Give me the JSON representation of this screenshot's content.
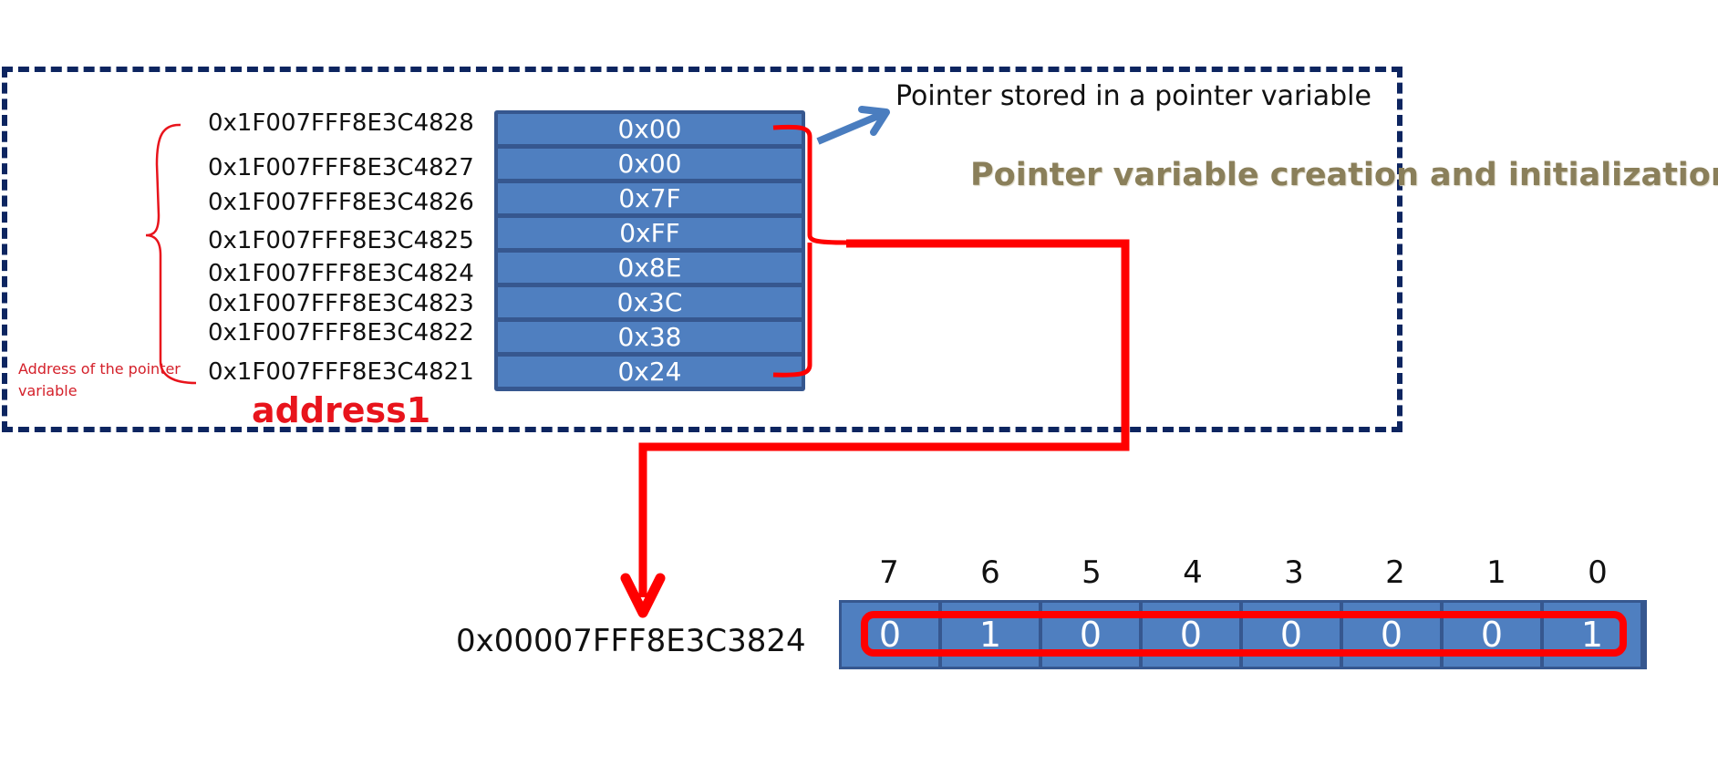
{
  "title": "Pointer variable creation and initialization",
  "pointer_label": "Pointer stored in a pointer variable",
  "note": "Address of the pointer variable",
  "variable_name": "address1",
  "memory": [
    {
      "address": "0x1F007FFF8E3C4828",
      "value": "0x00"
    },
    {
      "address": "0x1F007FFF8E3C4827",
      "value": "0x00"
    },
    {
      "address": "0x1F007FFF8E3C4826",
      "value": "0x7F"
    },
    {
      "address": "0x1F007FFF8E3C4825",
      "value": "0xFF"
    },
    {
      "address": "0x1F007FFF8E3C4824",
      "value": "0x8E"
    },
    {
      "address": "0x1F007FFF8E3C4823",
      "value": "0x3C"
    },
    {
      "address": "0x1F007FFF8E3C4822",
      "value": "0x38"
    },
    {
      "address": "0x1F007FFF8E3C4821",
      "value": "0x24"
    }
  ],
  "target_address": "0x00007FFF8E3C3824",
  "bit_indices": [
    "7",
    "6",
    "5",
    "4",
    "3",
    "2",
    "1",
    "0"
  ],
  "bits": [
    "0",
    "1",
    "0",
    "0",
    "0",
    "0",
    "0",
    "1"
  ],
  "colors": {
    "frame": "#0d2560",
    "cell": "#4f7fc0",
    "highlight": "#ff0000",
    "title": "#8a7f5a"
  }
}
